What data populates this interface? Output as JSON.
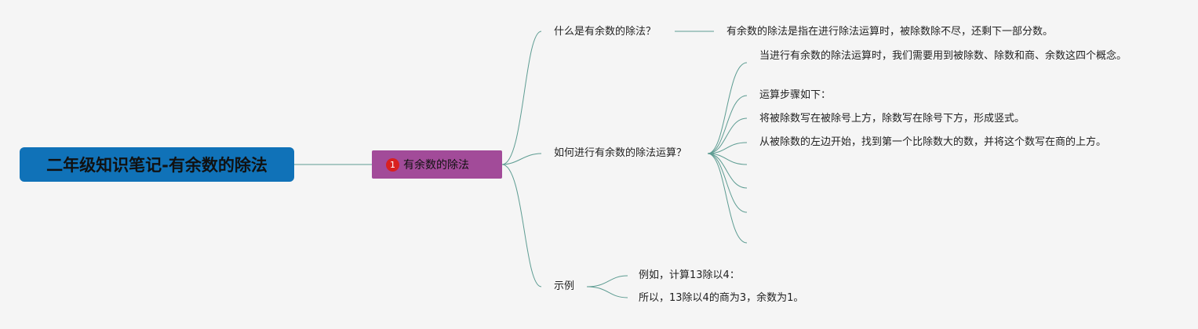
{
  "colors": {
    "background": "#f5f5f5",
    "root_fill": "#1072b8",
    "main_fill": "#a24b99",
    "badge_fill": "#d9201f",
    "connector": "#5d9c92"
  },
  "root": {
    "label": "二年级知识笔记-有余数的除法"
  },
  "main": {
    "badge": "1",
    "badge_icon": "priority-1-icon",
    "label": "有余数的除法"
  },
  "branches": {
    "what": {
      "label": "什么是有余数的除法？",
      "detail": "有余数的除法是指在进行除法运算时，被除数除不尽，还剩下一部分数。"
    },
    "how": {
      "label": "如何进行有余数的除法运算？",
      "children": [
        "当进行有余数的除法运算时，我们需要用到被除数、除数和商、余数这四个概念。",
        "运算步骤如下：",
        "将被除数写在被除号上方，除数写在除号下方，形成竖式。",
        "从被除数的左边开始，找到第一个比除数大的数，并将这个数写在商的上方。",
        "",
        "",
        "",
        ""
      ]
    },
    "example": {
      "label": "示例",
      "children": [
        "例如，计算13除以4：",
        "所以，13除以4的商为3，余数为1。"
      ]
    }
  }
}
